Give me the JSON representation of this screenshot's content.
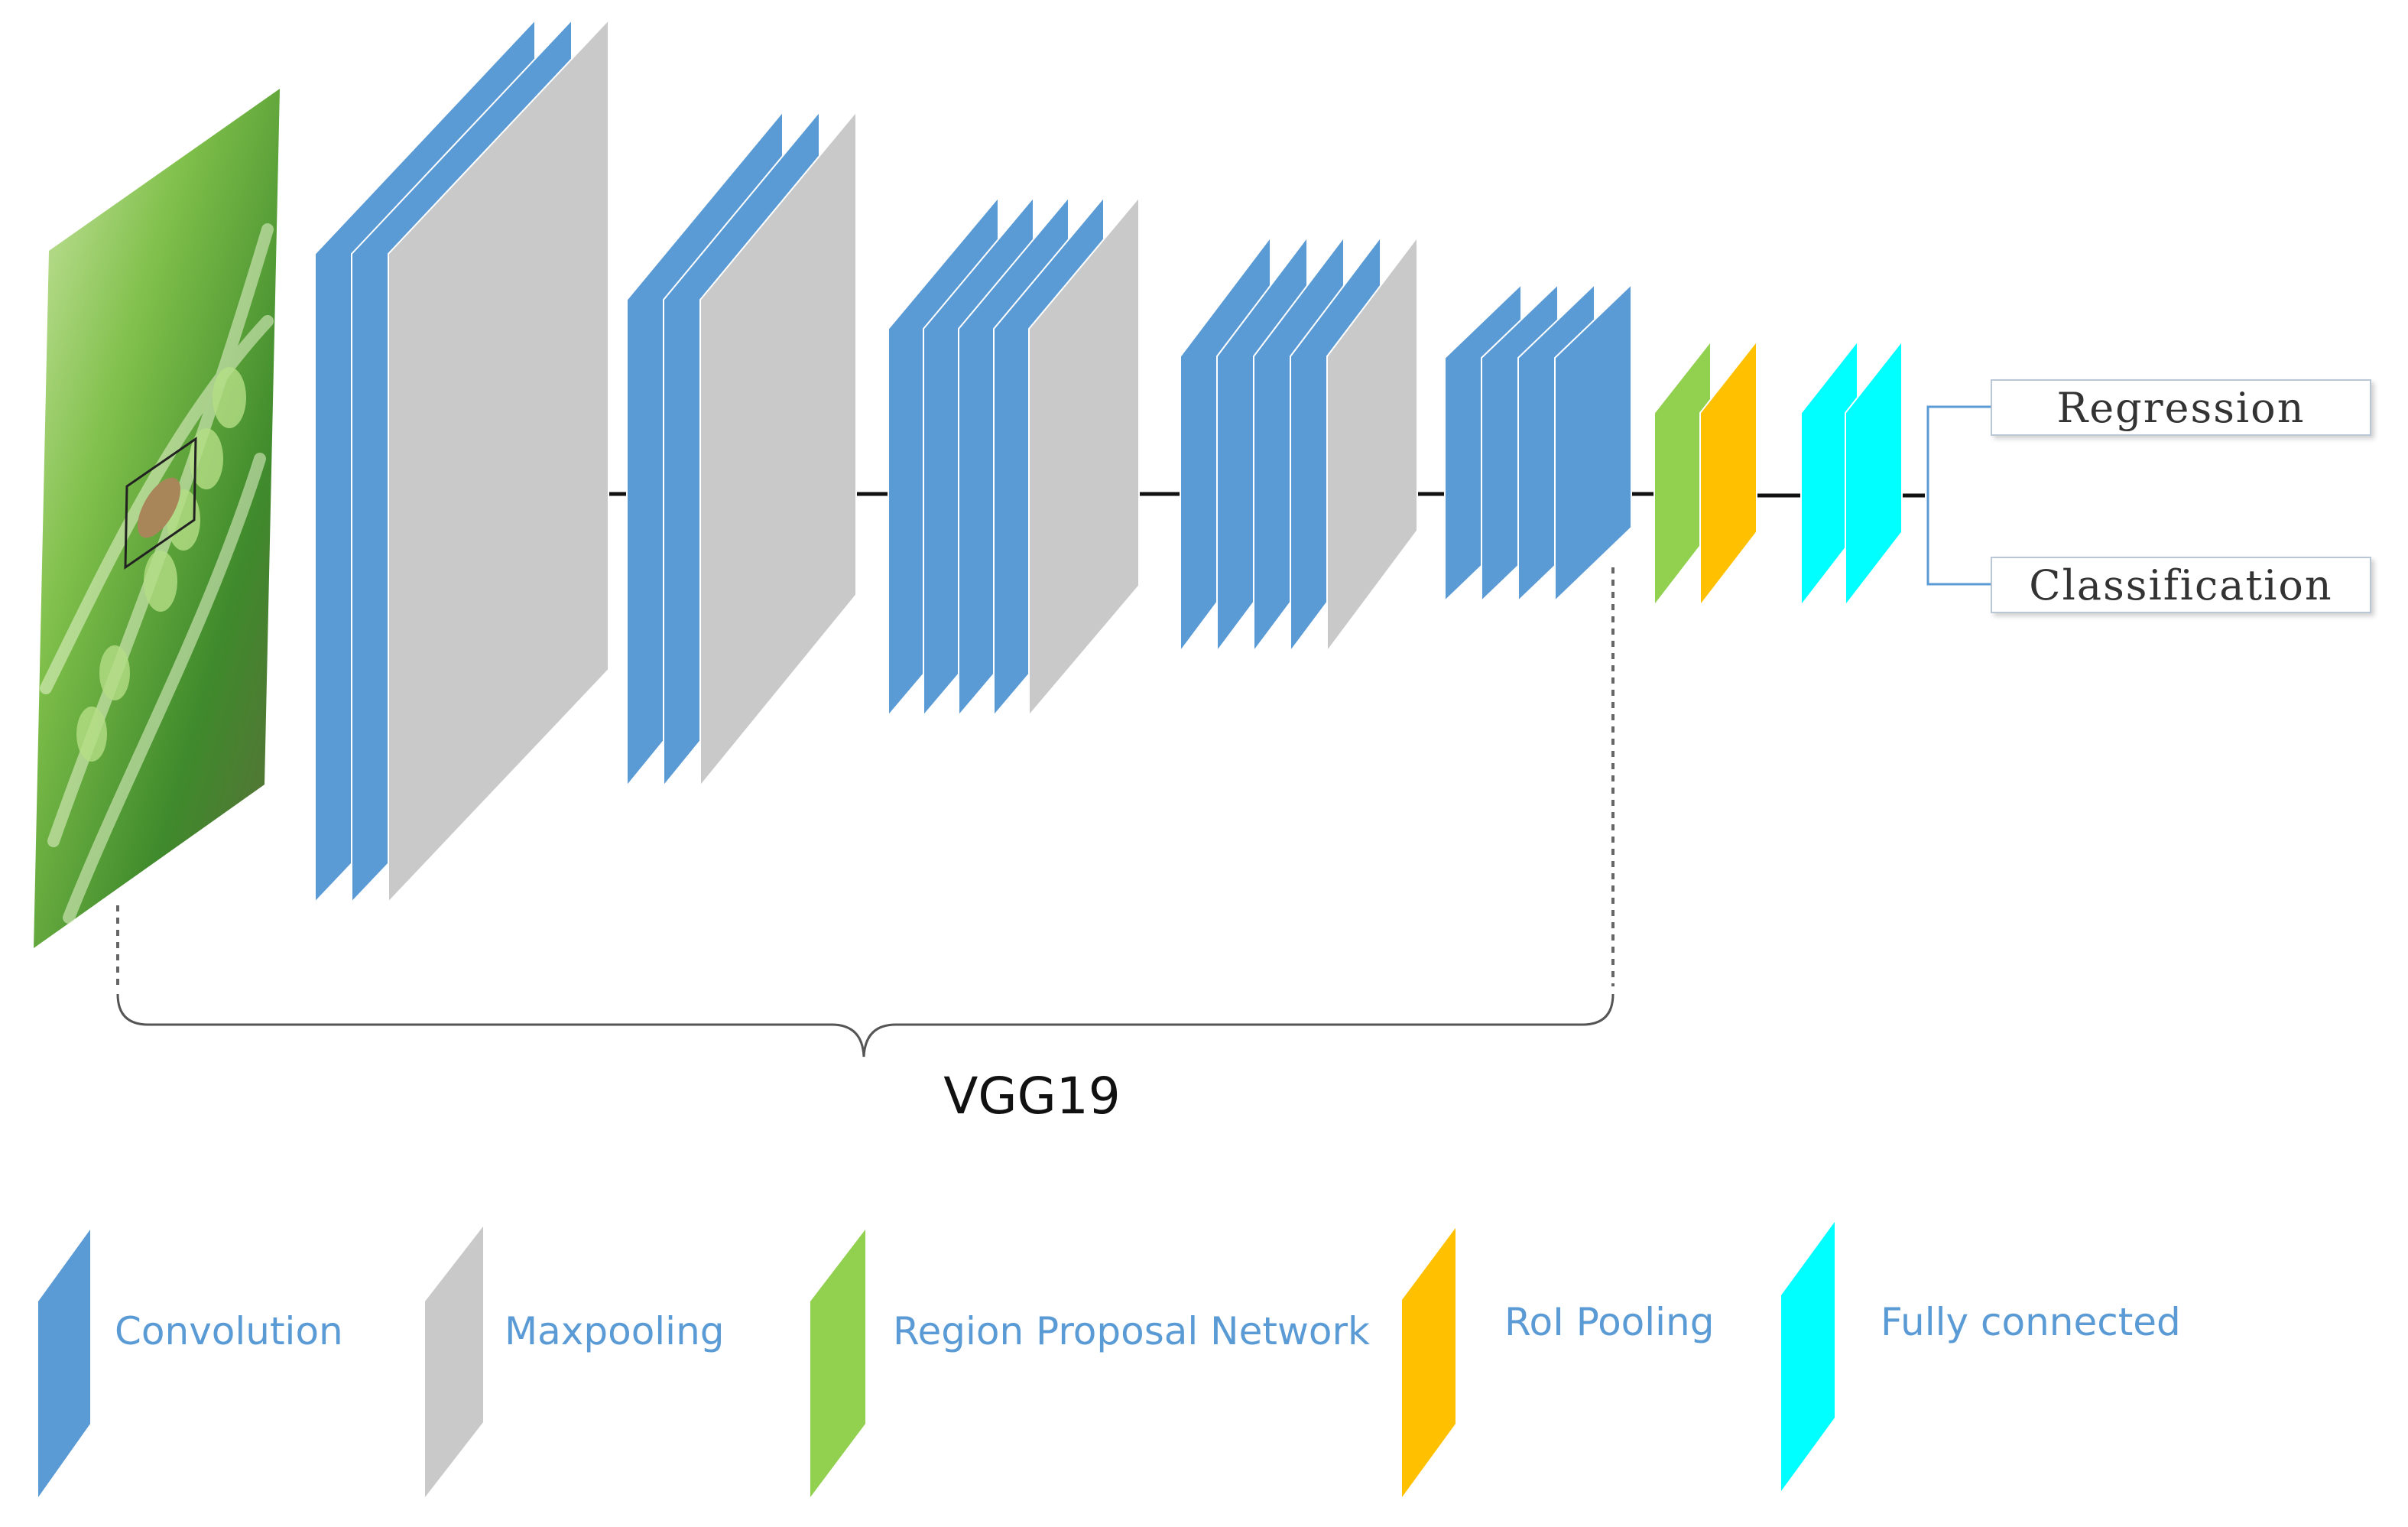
{
  "colors": {
    "convolution": "#5b9bd5",
    "maxpooling": "#c9c9c9",
    "rpn": "#92d050",
    "roi_pooling": "#ffc000",
    "fully_connected": "#00ffff"
  },
  "input_image": {
    "icon": "wheat-ear-photo-with-insect"
  },
  "backbone_label": "VGG19",
  "outputs": {
    "regression": "Regression",
    "classification": "Classification"
  },
  "legend": [
    {
      "label": "Convolution",
      "color_key": "convolution"
    },
    {
      "label": "Maxpooling",
      "color_key": "maxpooling"
    },
    {
      "label": "Region Proposal Network",
      "color_key": "rpn"
    },
    {
      "label": "RoI Pooling",
      "color_key": "roi_pooling"
    },
    {
      "label": "Fully connected",
      "color_key": "fully_connected"
    }
  ]
}
